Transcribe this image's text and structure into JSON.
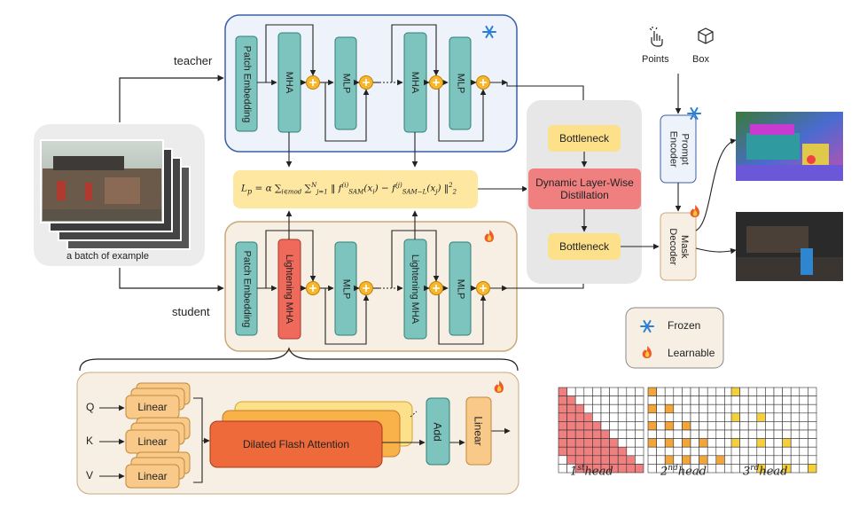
{
  "labels": {
    "teacher": "teacher",
    "student": "student",
    "batch": "a batch of example",
    "points": "Points",
    "box": "Box"
  },
  "blocks": {
    "patch_embedding": "Patch Embedding",
    "mha": "MHA",
    "mlp": "MLP",
    "lightening_mha": "Lightening MHA",
    "bottleneck": "Bottleneck",
    "distillation": "Dynamic Layer-Wise Distillation",
    "prompt_encoder": "Prompt Encoder",
    "mask_decoder": "Mask Decoder",
    "linear": "Linear",
    "add": "Add",
    "dilated": "Dilated Flash Attention"
  },
  "inputs": {
    "q": "Q",
    "k": "K",
    "v": "V"
  },
  "loss_formula": "L_p = α ∑_{i∈mod} ∑_{j=1}^{N} ‖ f_{SAM}^{(i)}(x_i) − f_{SAM−L}^{(j)}(x_j) ‖_2^2",
  "legend": {
    "frozen": "Frozen",
    "learnable": "Learnable"
  },
  "heads": {
    "first": {
      "base": "1",
      "sup": "st",
      "word": "head"
    },
    "second": {
      "base": "2",
      "sup": "nd",
      "word": "head"
    },
    "third": {
      "base": "3",
      "sup": "rd",
      "word": "head"
    }
  },
  "icons": {
    "frozen": "snowflake-icon",
    "learnable": "flame-icon",
    "points": "pointer-hand-icon",
    "box": "cube-icon",
    "plus": "add-circle-icon"
  },
  "colors": {
    "teacher_bg": "#eef3fb",
    "teacher_border": "#3a5fa8",
    "student_bg": "#f7efe3",
    "student_border": "#c9a97a",
    "teal": "#7cc4bd",
    "teal_border": "#2f7f77",
    "lightening": "#ef6a5b",
    "bottleneck": "#fde18a",
    "distill": "#f08080",
    "plus": "#f8b72b",
    "linear": "#f9c989",
    "dilated": "#ef6a3a",
    "grid_first": "#f08080",
    "grid_second": "#f4a53a",
    "grid_third": "#f5d03a"
  }
}
